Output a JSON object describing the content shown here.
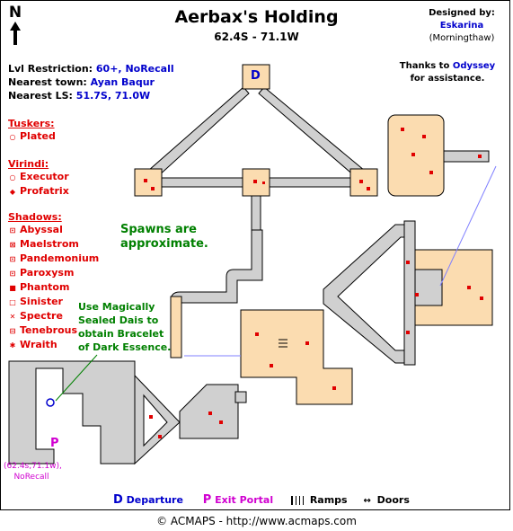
{
  "map": {
    "title": "Aerbax's Holding",
    "coordinates": "62.4S - 71.1W",
    "compass_letter": "N"
  },
  "credits": {
    "designed_by_label": "Designed by:",
    "designer": "Eskarina",
    "designer_server": "(Morningthaw)",
    "thanks_prefix": "Thanks to",
    "thanks_name": "Odyssey",
    "thanks_suffix": "for assistance."
  },
  "info": {
    "lvl_label": "Lvl Restriction:",
    "lvl_value": "60+, NoRecall",
    "town_label": "Nearest town:",
    "town_value": "Ayan Baqur",
    "ls_label": "Nearest LS:",
    "ls_value": "51.7S, 71.0W"
  },
  "monsters": {
    "tuskers": {
      "header": "Tuskers:",
      "items": [
        {
          "icon": "○",
          "label": "Plated"
        }
      ]
    },
    "virindi": {
      "header": "Virindi:",
      "items": [
        {
          "icon": "○",
          "label": "Executor"
        },
        {
          "icon": "◆",
          "label": "Profatrix"
        }
      ]
    },
    "shadows": {
      "header": "Shadows:",
      "items": [
        {
          "icon": "⊡",
          "label": "Abyssal"
        },
        {
          "icon": "⊠",
          "label": "Maelstrom"
        },
        {
          "icon": "⊡",
          "label": "Pandemonium"
        },
        {
          "icon": "⊡",
          "label": "Paroxysm"
        },
        {
          "icon": "■",
          "label": "Phantom"
        },
        {
          "icon": "□",
          "label": "Sinister"
        },
        {
          "icon": "✕",
          "label": "Spectre"
        },
        {
          "icon": "⊟",
          "label": "Tenebrous"
        },
        {
          "icon": "✱",
          "label": "Wraith"
        }
      ]
    }
  },
  "notes": {
    "spawns": [
      "Spawns are",
      "approximate."
    ],
    "dais": [
      "Use Magically",
      "Sealed Dais to",
      "obtain Bracelet",
      "of Dark Essence."
    ],
    "portal_coords": "(62.4s,71.1w),",
    "portal_recall": "NoRecall"
  },
  "markers": {
    "departure": "D",
    "exit_portal": "P"
  },
  "legend": {
    "departure_letter": "D",
    "departure_label": "Departure",
    "portal_letter": "P",
    "portal_label": "Exit Portal",
    "ramps_label": "Ramps",
    "doors_label": "Doors"
  },
  "footer": "© ACMAPS - http://www.acmaps.com",
  "colors": {
    "room_fill": "#fbdcb0",
    "corridor_fill": "#d0d0d0",
    "outline": "#000000",
    "monster_red": "#e00000",
    "link_blue": "#0000cc",
    "note_green": "#008000",
    "portal_magenta": "#d000d0",
    "arrow_purple": "#8080ff"
  }
}
